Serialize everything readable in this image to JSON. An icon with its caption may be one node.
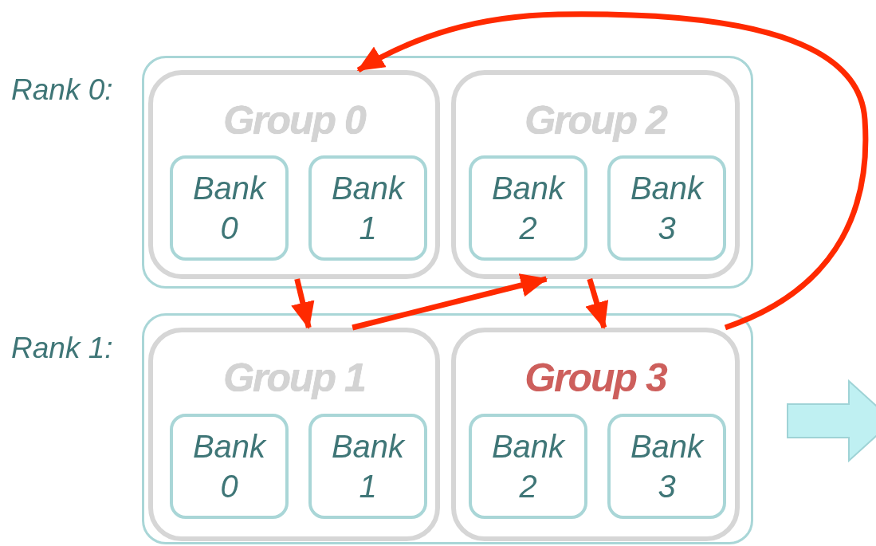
{
  "diagram": {
    "nodes": [
      {
        "text": [],
        "shape": "box",
        "beside": [
          "Rank 0:"
        ]
      },
      {
        "text": [
          "Group 0"
        ],
        "in": 0
      },
      {
        "text": [
          "Bank 0"
        ],
        "in": 1
      },
      {
        "text": [
          "Bank 1"
        ],
        "in": 1
      },
      {
        "text": [
          "Group 2"
        ],
        "in": 0
      },
      {
        "text": [
          "Bank 2"
        ],
        "in": 4
      },
      {
        "text": [
          "Bank 3"
        ],
        "in": 4
      },
      {
        "text": [],
        "shape": "box",
        "beside": [
          "Rank 1:"
        ]
      },
      {
        "text": [
          "Group 1"
        ],
        "in": 7
      },
      {
        "text": [
          "Bank 0"
        ],
        "in": 8
      },
      {
        "text": [
          "Bank 1"
        ],
        "in": 8
      },
      {
        "text": [
          "Group 3"
        ],
        "in": 7
      },
      {
        "text": [
          "Bank 2"
        ],
        "in": 11
      },
      {
        "text": [
          "Bank 3"
        ],
        "in": 11
      }
    ],
    "edges": [
      {
        "from": 1,
        "to": 8,
        "arrow": "to",
        "color": "#ff2a00"
      },
      {
        "from": 8,
        "to": 4,
        "arrow": "to",
        "color": "#ff2a00"
      },
      {
        "from": 4,
        "to": 11,
        "arrow": "to",
        "color": "#ff2a00"
      },
      {
        "from": 11,
        "to": 1,
        "arrow": "to",
        "color": "#ff2a00"
      }
    ]
  }
}
